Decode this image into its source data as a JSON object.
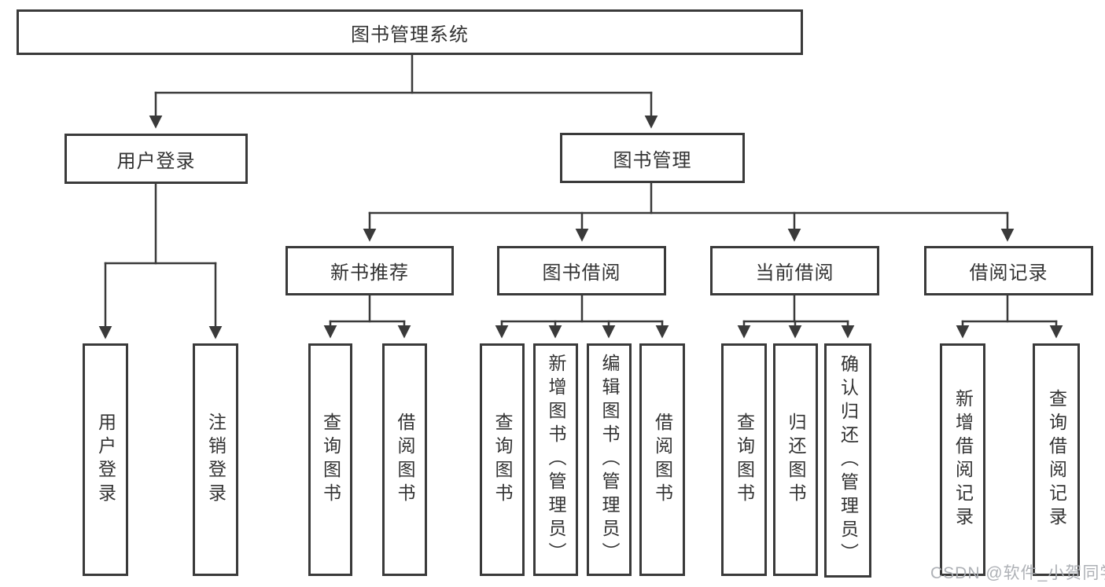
{
  "diagram": {
    "root": {
      "label": "图书管理系统"
    },
    "branches": [
      {
        "label": "用户登录",
        "children": [
          {
            "label": "用户登录"
          },
          {
            "label": "注销登录"
          }
        ]
      },
      {
        "label": "图书管理",
        "children": [
          {
            "label": "新书推荐",
            "children": [
              {
                "label": "查询图书"
              },
              {
                "label": "借阅图书"
              }
            ]
          },
          {
            "label": "图书借阅",
            "children": [
              {
                "label": "查询图书"
              },
              {
                "label": "新增图书（管理员）"
              },
              {
                "label": "编辑图书（管理员）"
              },
              {
                "label": "借阅图书"
              }
            ]
          },
          {
            "label": "当前借阅",
            "children": [
              {
                "label": "查询图书"
              },
              {
                "label": "归还图书"
              },
              {
                "label": "确认归还（管理员）"
              }
            ]
          },
          {
            "label": "借阅记录",
            "children": [
              {
                "label": "新增借阅记录"
              },
              {
                "label": "查询借阅记录"
              }
            ]
          }
        ]
      }
    ]
  },
  "colors": {
    "line": "#3a3a3a",
    "text": "#333333",
    "box_background": "#ffffff",
    "watermark": "#aaadb2"
  },
  "watermark": {
    "text": "CSDN @软件_小贺同学"
  }
}
